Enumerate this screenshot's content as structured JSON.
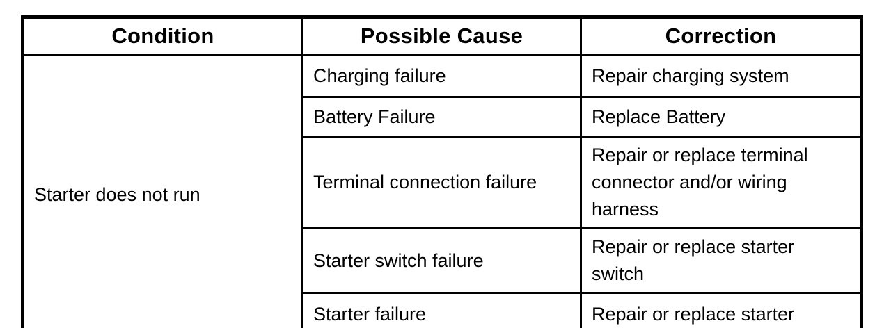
{
  "table": {
    "columns": [
      "Condition",
      "Possible Cause",
      "Correction"
    ],
    "condition": "Starter does not run",
    "rows": [
      {
        "cause": "Charging failure",
        "correction": "Repair charging system"
      },
      {
        "cause": "Battery Failure",
        "correction": "Replace Battery"
      },
      {
        "cause": "Terminal connection failure",
        "correction": "Repair or replace terminal connector and/or wiring harness"
      },
      {
        "cause": "Starter switch failure",
        "correction": "Repair or replace starter switch"
      },
      {
        "cause": "Starter failure",
        "correction": "Repair or replace starter"
      }
    ],
    "colors": {
      "border": "#000000",
      "background": "#ffffff",
      "text": "#000000"
    }
  }
}
